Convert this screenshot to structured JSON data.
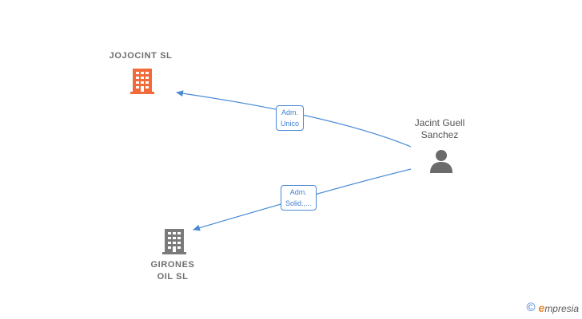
{
  "nodes": {
    "jojocint": {
      "name": "JOJOCINT  SL",
      "type": "company",
      "icon": "building-icon",
      "color": "#f26a3a"
    },
    "girones": {
      "name_line1": "GIRONES",
      "name_line2": "OIL  SL",
      "type": "company",
      "icon": "building-icon",
      "color": "#7a7a7a"
    },
    "person": {
      "name_line1": "Jacint Guell",
      "name_line2": "Sanchez",
      "type": "person",
      "icon": "person-icon",
      "color": "#6b6b6b"
    }
  },
  "edges": [
    {
      "from": "person",
      "to": "jojocint",
      "label_line1": "Adm.",
      "label_line2": "Unico"
    },
    {
      "from": "person",
      "to": "girones",
      "label_line1": "Adm.",
      "label_line2": "Solid.,..."
    }
  ],
  "edge_color": "#4a8ad4",
  "brand": {
    "copyright_symbol": "©",
    "logo_initial": "e",
    "logo_rest": "mpresia"
  }
}
